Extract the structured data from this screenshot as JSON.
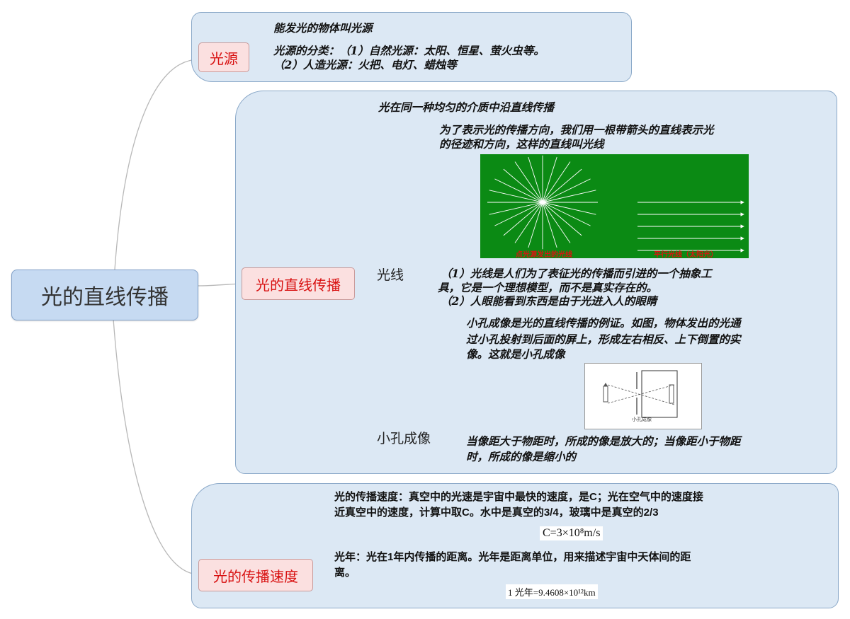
{
  "root": {
    "title": "光的直线传播"
  },
  "branches": {
    "source": {
      "label": "光源",
      "notes": [
        "能发光的物体叫光源",
        "光源的分类：（1）自然光源：太阳、恒星、萤火虫等。",
        "（2）人造光源：火把、电灯、蜡烛等"
      ]
    },
    "propagation": {
      "label": "光的直线传播",
      "principle": "光在同一种均匀的介质中沿直线传播",
      "ray": {
        "label": "光线",
        "definition": [
          "为了表示光的传播方向，我们用一根带箭头的直线表示光",
          "的径迹和方向，这样的直线叫光线"
        ],
        "figure_captions": [
          "点光源发出的光线",
          "平行光线（太阳光）"
        ],
        "notes": [
          "（1）光线是人们为了表征光的传播而引进的一个抽象工",
          "具，它是一个理想模型，而不是真实存在的。",
          "（2）人眼能看到东西是由于光进入人的眼睛"
        ]
      },
      "pinhole": {
        "label": "小孔成像",
        "description": [
          "小孔成像是光的直线传播的例证。如图，物体发出的光通",
          "过小孔投射到后面的屏上，形成左右相反、上下倒置的实",
          "像。这就是小孔成像"
        ],
        "figure_caption": "小孔成像",
        "notes": [
          "当像距大于物距时，所成的像是放大的；当像距小于物距",
          "时，所成的像是缩小的"
        ]
      }
    },
    "speed": {
      "label": "光的传播速度",
      "description": [
        "光的传播速度：真空中的光速是宇宙中最快的速度，是C；光在空气中的速度接",
        "近真空中的速度，计算中取C。水中是真空的3/4，玻璃中是真空的2/3"
      ],
      "formula": "C=3×10⁸m/s",
      "lightyear": [
        "光年：光在1年内传播的距离。光年是距离单位，用来描述宇宙中天体间的距",
        "离。"
      ],
      "lightyear_formula": "1 光年=9.4608×10¹²km"
    }
  },
  "colors": {
    "accent": "#d81010",
    "panel": "#dce8f4",
    "root": "#c6daf2",
    "figure_green": "#0b8a14"
  }
}
